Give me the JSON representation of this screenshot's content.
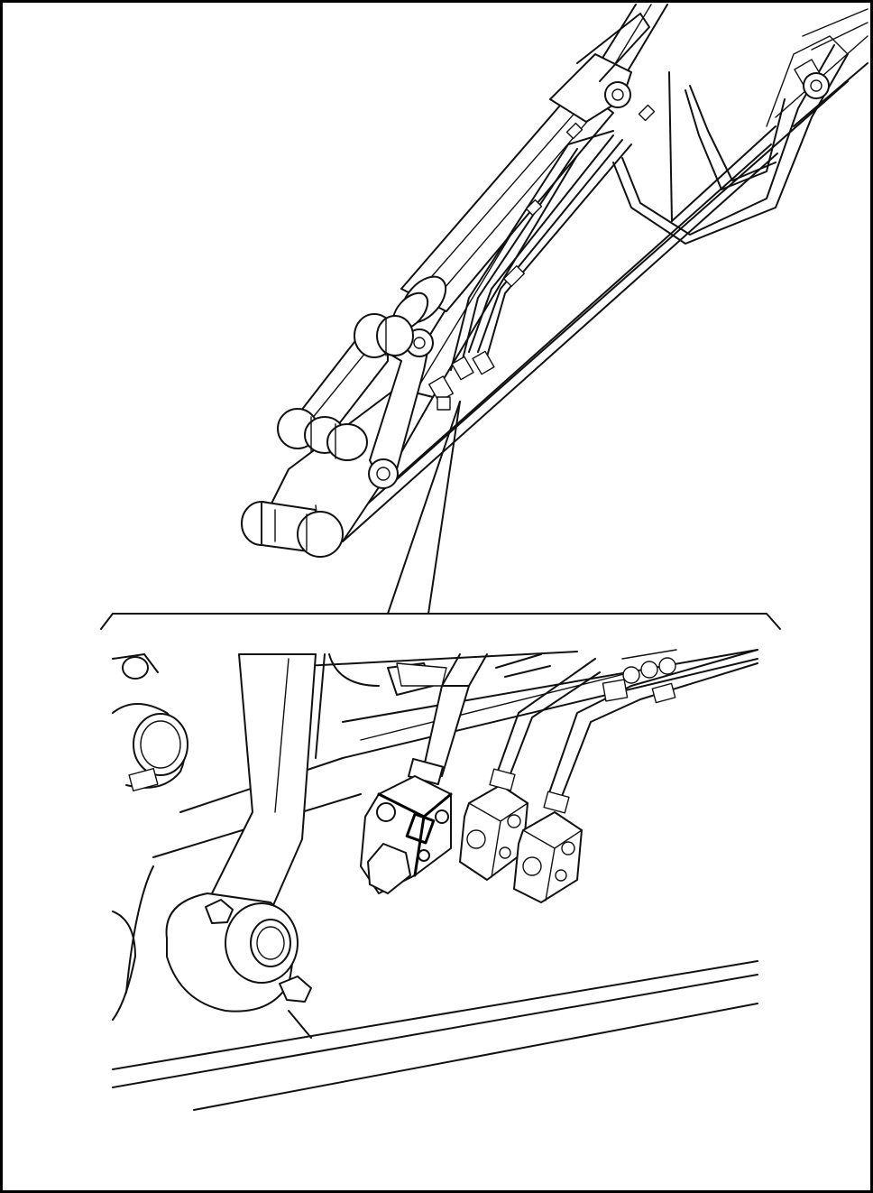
{
  "figure": {
    "colors": {
      "line": "#111111",
      "highlight": "#000000",
      "background": "#ffffff"
    },
    "parts": [
      "boom",
      "arm",
      "hydraulic-cylinder",
      "hydraulic-hoses",
      "linkage",
      "bucket-pin",
      "hose-block-valves"
    ],
    "detail_view": {
      "highlighted": "shutoff-valve-block"
    }
  }
}
